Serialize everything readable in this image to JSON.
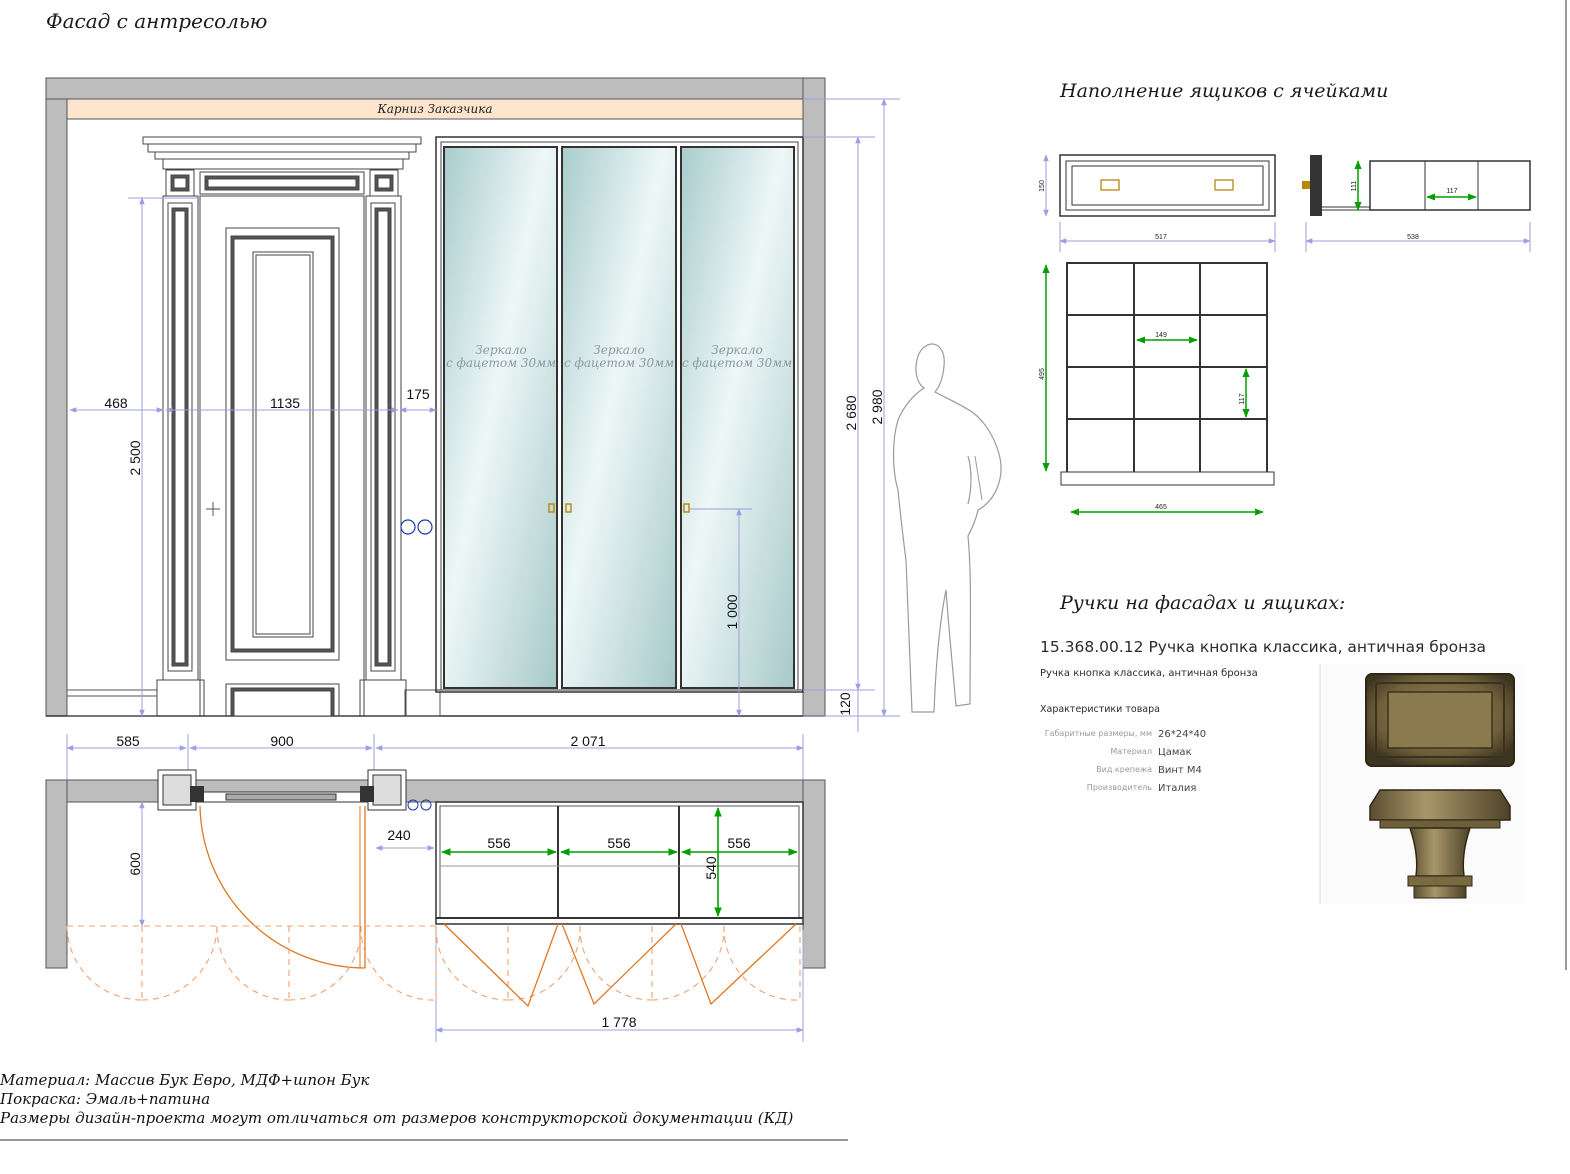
{
  "titles": {
    "facade": "Фасад с антресолью",
    "drawers": "Наполнение ящиков с ячейками",
    "handles": "Ручки на фасадах и ящиках:"
  },
  "facade": {
    "cornice_label": "Карниз Заказчика",
    "mirror_line1": "Зеркало",
    "mirror_line2": "с фацетом 30мм",
    "dims": {
      "left_gap": "468",
      "door_width": "1135",
      "right_gap": "175",
      "door_height": "2 500",
      "cabinet_height": "2 680",
      "total_height": "2 980",
      "handle_height": "1 000",
      "plinth": "120"
    }
  },
  "plan": {
    "dims": {
      "left": "585",
      "door": "900",
      "cabinet": "2 071",
      "depth": "600",
      "gap": "240",
      "section1": "556",
      "section2": "556",
      "section3": "556",
      "inner_depth": "540",
      "doors_span": "1 778"
    }
  },
  "drawers": {
    "dims": {
      "front_height": "150",
      "front_width": "517",
      "side_height": "111",
      "cell_side": "117",
      "side_length": "538",
      "grid_height": "495",
      "cell_width": "149",
      "cell_height": "117",
      "grid_width": "465"
    }
  },
  "handle_product": {
    "heading": "15.368.00.12 Ручка кнопка классика, античная бронза",
    "subheading": "Ручка кнопка классика, античная бронза",
    "spec_title": "Характеристики товара",
    "specs": [
      {
        "key": "Габаритные размеры, мм",
        "value": "26*24*40"
      },
      {
        "key": "Материал",
        "value": "Цамак"
      },
      {
        "key": "Вид крепежа",
        "value": "Винт М4"
      },
      {
        "key": "Производитель",
        "value": "Италия"
      }
    ]
  },
  "notes": {
    "line1": "Материал: Массив Бук Евро, МДФ+шпон Бук",
    "line2": "Покраска: Эмаль+патина",
    "line3": "Размеры дизайн-проекта могут отличаться от размеров конструкторской документации (КД)"
  },
  "colors": {
    "wall": "#bdbdbd",
    "cornice": "#fde4cc",
    "dim_line": "#9d9ddf",
    "green_dim": "#00a000",
    "door_swing": "#e07820",
    "mirror": "#cbe3e3"
  }
}
